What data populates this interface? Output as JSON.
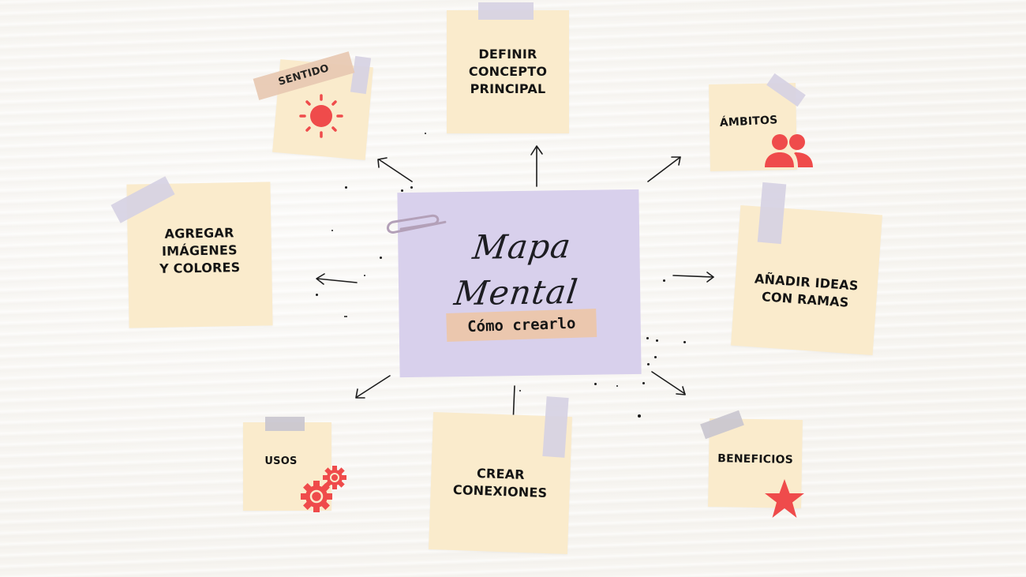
{
  "diagram": {
    "type": "mind-map",
    "center": {
      "title": "Mapa\nMental",
      "subtitle": "Cómo crearlo",
      "color": "#d8d0ec"
    },
    "nodes": [
      {
        "id": "definir",
        "label": "DEFINIR\nCONCEPTO\nPRINCIPAL",
        "position": "top"
      },
      {
        "id": "ambitos",
        "label": "ÁMBITOS",
        "icon": "users-icon",
        "position": "top-right"
      },
      {
        "id": "anadir",
        "label": "AÑADIR IDEAS\nCON RAMAS",
        "position": "right"
      },
      {
        "id": "beneficios",
        "label": "BENEFICIOS",
        "icon": "star-icon",
        "position": "bottom-right"
      },
      {
        "id": "conexiones",
        "label": "CREAR\nCONEXIONES",
        "position": "bottom"
      },
      {
        "id": "usos",
        "label": "USOS",
        "icon": "gears-icon",
        "position": "bottom-left"
      },
      {
        "id": "agregar",
        "label": "AGREGAR\nIMÁGENES\nY COLORES",
        "position": "left"
      },
      {
        "id": "sentido",
        "label": "SENTIDO",
        "icon": "sun-icon",
        "position": "top-left"
      }
    ],
    "colors": {
      "note": "#faebcc",
      "tape_lavender": "#d6d1e3",
      "tape_peach": "#e8c9b2",
      "icon_red": "#ef4b4b",
      "background": "#f7f5f1"
    }
  }
}
